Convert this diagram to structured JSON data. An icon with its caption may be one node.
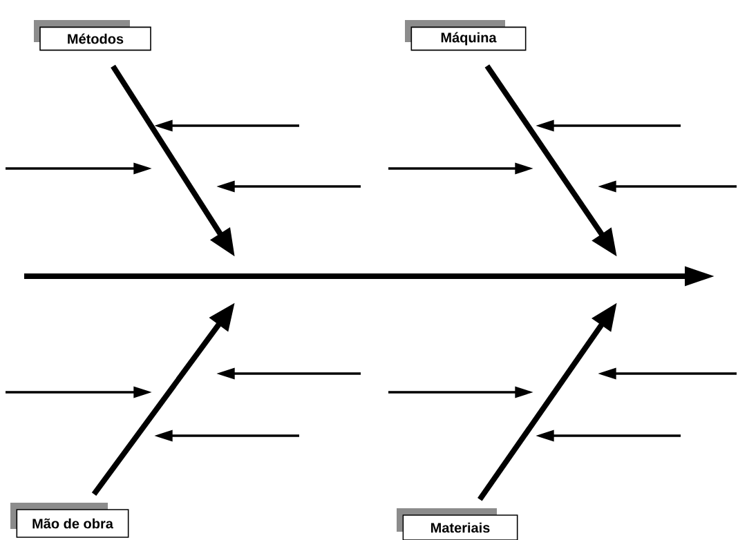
{
  "diagram": {
    "nodes": [
      {
        "text": [
          "Métodos"
        ]
      },
      {
        "text": [
          "Máquina"
        ]
      },
      {
        "text": [
          "Mão de obra"
        ]
      },
      {
        "text": [
          "Materiais"
        ]
      }
    ],
    "edges": [
      {
        "from": 0,
        "to": null,
        "arrow": "to"
      },
      {
        "from": 1,
        "to": null,
        "arrow": "to"
      },
      {
        "from": 2,
        "to": null,
        "arrow": "to"
      },
      {
        "from": 3,
        "to": null,
        "arrow": "to"
      }
    ]
  }
}
